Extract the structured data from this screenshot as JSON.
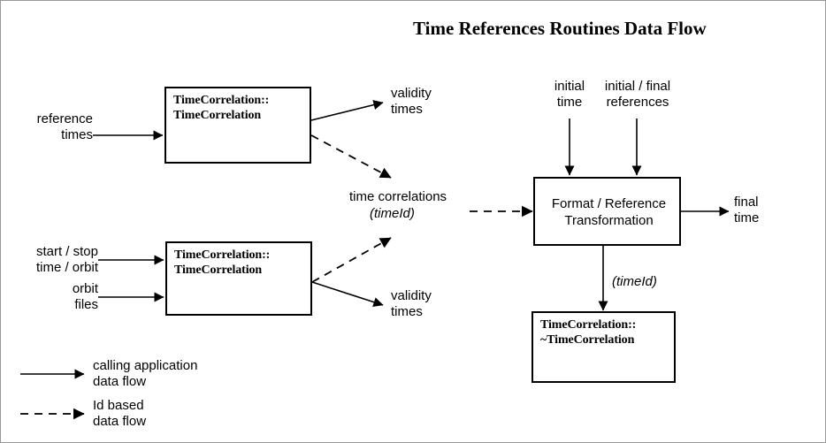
{
  "title": "Time References Routines Data Flow",
  "nodes": {
    "ctor1": {
      "line1": "TimeCorrelation::",
      "line2": "TimeCorrelation"
    },
    "ctor2": {
      "line1": "TimeCorrelation::",
      "line2": "TimeCorrelation"
    },
    "format": {
      "line1": "Format / Reference",
      "line2": "Transformation"
    },
    "dtor": {
      "line1": "TimeCorrelation::",
      "line2": "~TimeCorrelation"
    }
  },
  "labels": {
    "reference_times": "reference\ntimes",
    "validity_times_top": "validity\ntimes",
    "validity_times_bottom": "validity\ntimes",
    "time_correlations": "time correlations",
    "time_correlations_id": "(timeId)",
    "start_stop": "start / stop\ntime / orbit",
    "orbit_files": "orbit\nfiles",
    "initial_time": "initial\ntime",
    "initial_final_references": "initial / final\nreferences",
    "final_time": "final\ntime",
    "dtor_id": "(timeId)"
  },
  "legend": {
    "solid": "calling application\ndata flow",
    "dashed": "Id based\ndata flow"
  },
  "colors": {
    "stroke": "#000000",
    "background": "#ffffff",
    "page_border": "#999999"
  }
}
